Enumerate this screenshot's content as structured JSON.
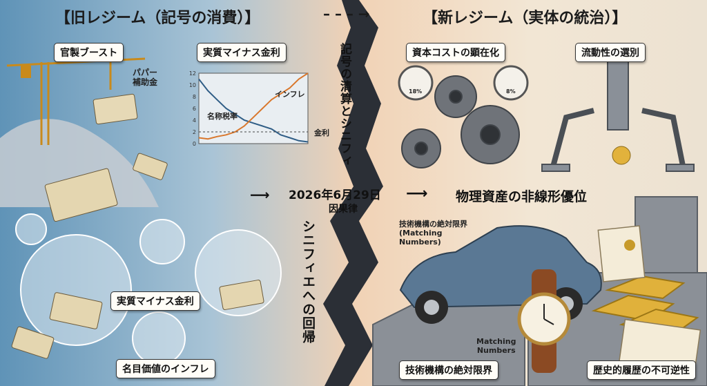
{
  "headers": {
    "old_regime": "【旧レジーム（記号の消費）】",
    "new_regime": "【新レジーム（実体の統治）】",
    "arrow": "– – – →"
  },
  "left": {
    "government_boost": "官製ブースト",
    "paper_subsidy": "パパー\n補助金",
    "real_negative_rate_chart_title": "実質マイナス金利",
    "real_negative_rate_bubble": "実質マイナス金利",
    "nominal_inflation": "名目価値のインフレ"
  },
  "chart": {
    "y_ticks": [
      "0",
      "2",
      "4",
      "6",
      "8",
      "10",
      "12"
    ],
    "series_inflation_label": "インフレ",
    "series_tax_label": "名称税率",
    "rate_line_label": "金利",
    "colors": {
      "inflation": "#d9772c",
      "tax": "#2f5d86"
    }
  },
  "center": {
    "vertical_top": "記号の清算とシニフィ",
    "vertical_bottom": "シニフィエへの回帰",
    "date": "2026年6月29日",
    "causality": "因果律",
    "physical_advantage": "物理資産の非線形優位"
  },
  "right": {
    "capital_cost": "資本コストの顕在化",
    "gauge_left": "18%",
    "gauge_right": "8%",
    "liquidity_selection": "流動性の選別",
    "tech_limit_top": "技術機構の絶対限界\n(Matching\nNumbers)",
    "matching_numbers": "Matching\nNumbers",
    "tech_limit_bottom": "技術機構の絶対限界",
    "history_irreversibility": "歴史的履歴の不可逆性"
  },
  "chart_data": {
    "type": "line",
    "ylim": [
      0,
      12
    ],
    "y_ticks": [
      0,
      2,
      4,
      6,
      8,
      10,
      12
    ],
    "series": [
      {
        "name": "インフレ",
        "values": [
          1,
          0.8,
          1.2,
          1.5,
          2,
          3,
          4.5,
          6,
          7.5,
          8.5,
          9.5,
          11,
          12
        ]
      },
      {
        "name": "名称税率",
        "values": [
          11,
          9,
          7.5,
          6,
          5,
          4,
          3.5,
          3,
          2.5,
          1.5,
          1,
          0.5,
          0.3
        ]
      }
    ],
    "reference_line": {
      "name": "金利",
      "value": 2
    },
    "title": "実質マイナス金利"
  }
}
